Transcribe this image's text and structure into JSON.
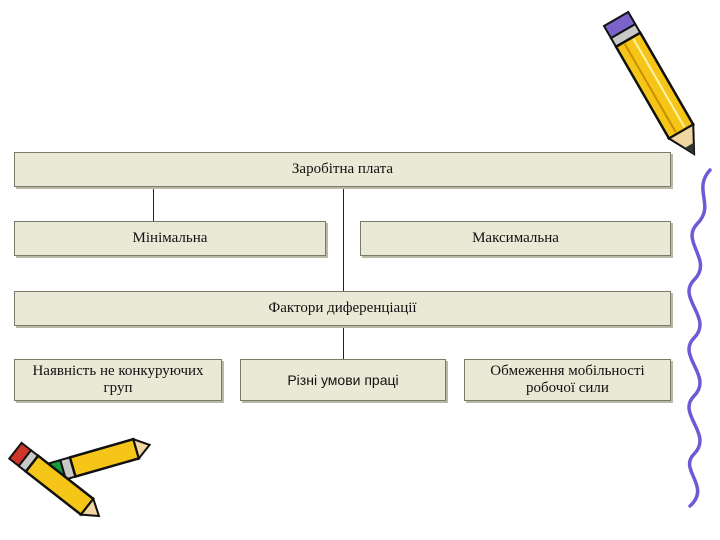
{
  "diagram": {
    "root": "Заробітна плата",
    "level1": {
      "left": "Мінімальна",
      "right": "Максимальна"
    },
    "factors_title": "Фактори диференціації",
    "factors": [
      "Наявність не конкуруючих груп",
      "Різні умови праці",
      "Обмеження мобільності робочої сили"
    ]
  },
  "colors": {
    "box_fill": "#e9e9d6",
    "box_border": "#7a7a6a",
    "pencil_body": "#f5c518",
    "pencil_outline": "#111111",
    "squiggle": "#6b5bd6"
  },
  "decorations": [
    "pencil-icon",
    "crossed-pencils-icon",
    "squiggle-border"
  ]
}
